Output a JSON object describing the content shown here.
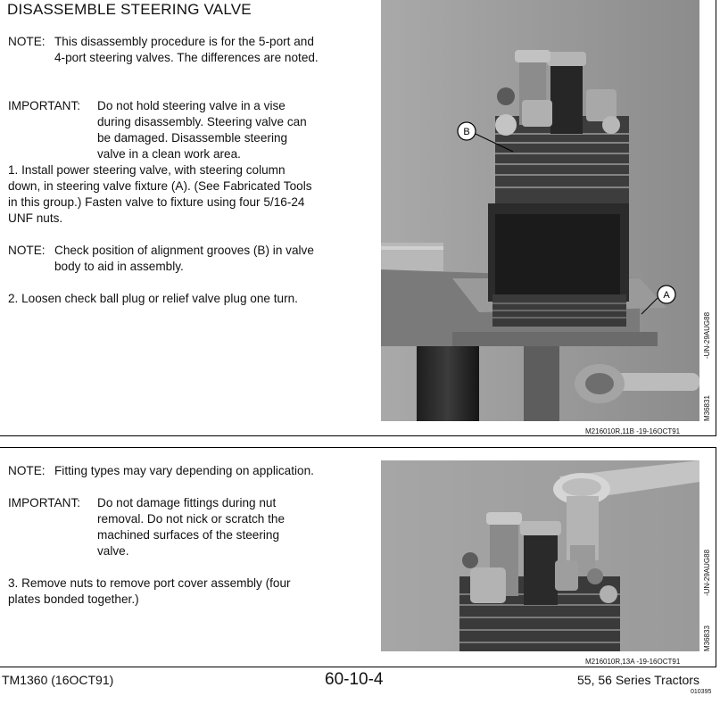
{
  "section1": {
    "title": "DISASSEMBLE STEERING VALVE",
    "note1": {
      "label": "NOTE:",
      "lines": [
        "This disassembly procedure is for the 5-port and",
        "4-port steering valves. The differences are noted."
      ]
    },
    "important1": {
      "label": "IMPORTANT:",
      "lines": [
        "Do not hold steering valve in a vise",
        "during disassembly. Steering valve can",
        "be damaged. Disassemble steering",
        "valve in a clean work area."
      ]
    },
    "step1": {
      "lines": [
        "1. Install power steering valve, with steering column",
        "down, in steering valve fixture (A). (See Fabricated Tools",
        "in this group.) Fasten valve to fixture using four 5/16-24",
        "UNF nuts."
      ]
    },
    "note2": {
      "label": "NOTE:",
      "lines": [
        "Check position of alignment grooves (B) in valve",
        "body to aid in assembly."
      ]
    },
    "step2": {
      "lines": [
        "2. Loosen check ball plug or relief valve plug one turn."
      ]
    },
    "photo": {
      "callout_a": "A",
      "callout_b": "B",
      "side_code": "M36831",
      "side_date": "-UN-29AUG88",
      "ref": "M216010R,11B   -19-16OCT91"
    }
  },
  "section2": {
    "note1": {
      "label": "NOTE:",
      "lines": [
        "Fitting types may vary depending on application."
      ]
    },
    "important1": {
      "label": "IMPORTANT:",
      "lines": [
        "Do not damage fittings during nut",
        "removal. Do not nick or scratch the",
        "machined surfaces of the steering",
        "valve."
      ]
    },
    "step3": {
      "lines": [
        "3. Remove nuts to remove port cover assembly (four",
        "plates bonded together.)"
      ]
    },
    "photo": {
      "side_code": "M36833",
      "side_date": "-UN-29AUG88",
      "ref": "M216010R,13A   -19-16OCT91"
    }
  },
  "footer": {
    "left": "TM1360 (16OCT91)",
    "center": "60-10-4",
    "right": "55, 56 Series Tractors",
    "code": "010395"
  }
}
